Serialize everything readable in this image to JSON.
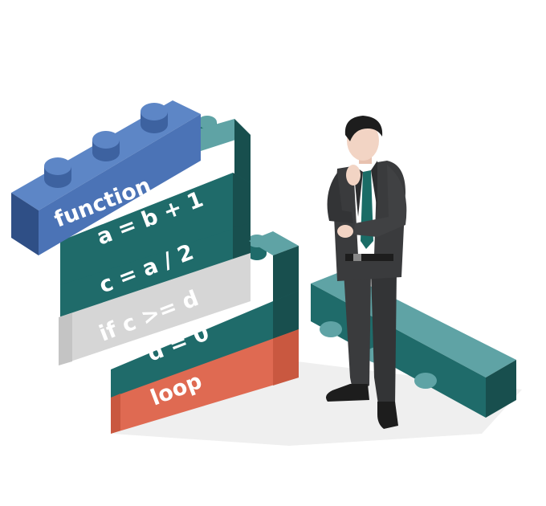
{
  "blocks": {
    "function": "function",
    "assign_a": "a = b + 1",
    "assign_c": "c = a / 2",
    "condition": "if c >= d",
    "assign_d": "d = 0",
    "loop": "loop"
  },
  "colors": {
    "blue": "#4b73b6",
    "teal": "#1f6b6a",
    "teal_light": "#5fa3a5",
    "gray": "#d6d6d6",
    "orange": "#df6a52",
    "suit": "#3a3b3d",
    "tie": "#1a6c66",
    "hair": "#1d1d1d",
    "skin": "#f2d4c4"
  }
}
